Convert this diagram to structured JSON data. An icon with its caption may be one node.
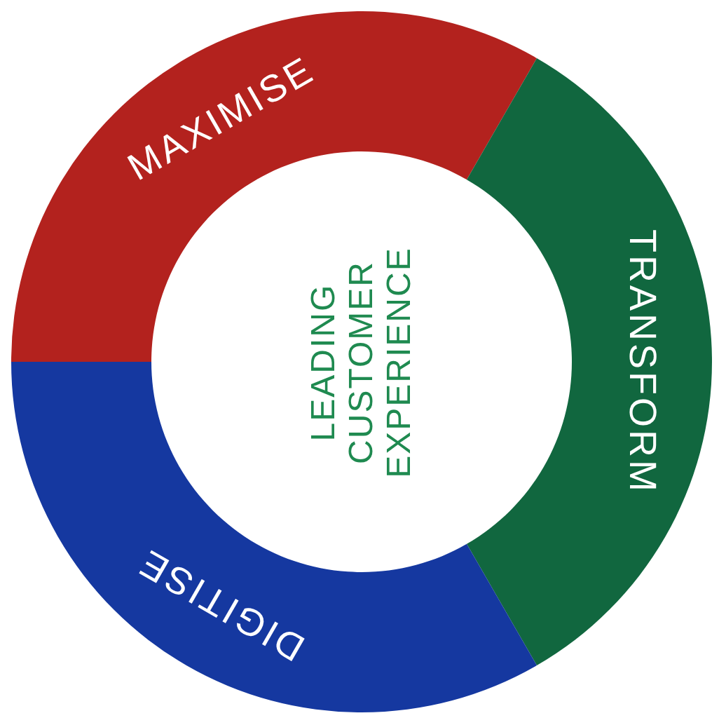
{
  "diagram": {
    "nodes": [
      {
        "text": [
          "MAXIMISE"
        ]
      },
      {
        "text": [
          "TRANSFORM"
        ]
      },
      {
        "text": [
          "DIGITISE"
        ]
      },
      {
        "text": [
          "LEADING CUSTOMER EXPERIENCE"
        ]
      }
    ]
  }
}
